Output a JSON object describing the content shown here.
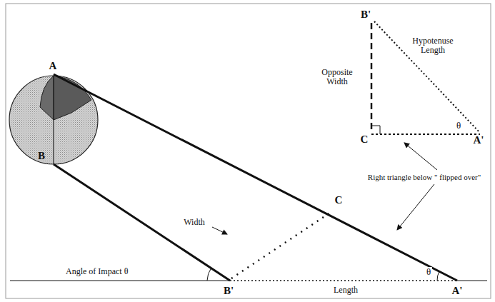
{
  "diagram": {
    "labels": [
      "B'",
      "Hypotenuse Length",
      "Opposite Width",
      "A",
      "θ",
      "C",
      "A'",
      "B",
      "C",
      "Right triangle below \" flipped over\"",
      "Width",
      "Angle of Impact θ",
      "θ",
      "B'",
      "Length",
      "A'"
    ]
  }
}
